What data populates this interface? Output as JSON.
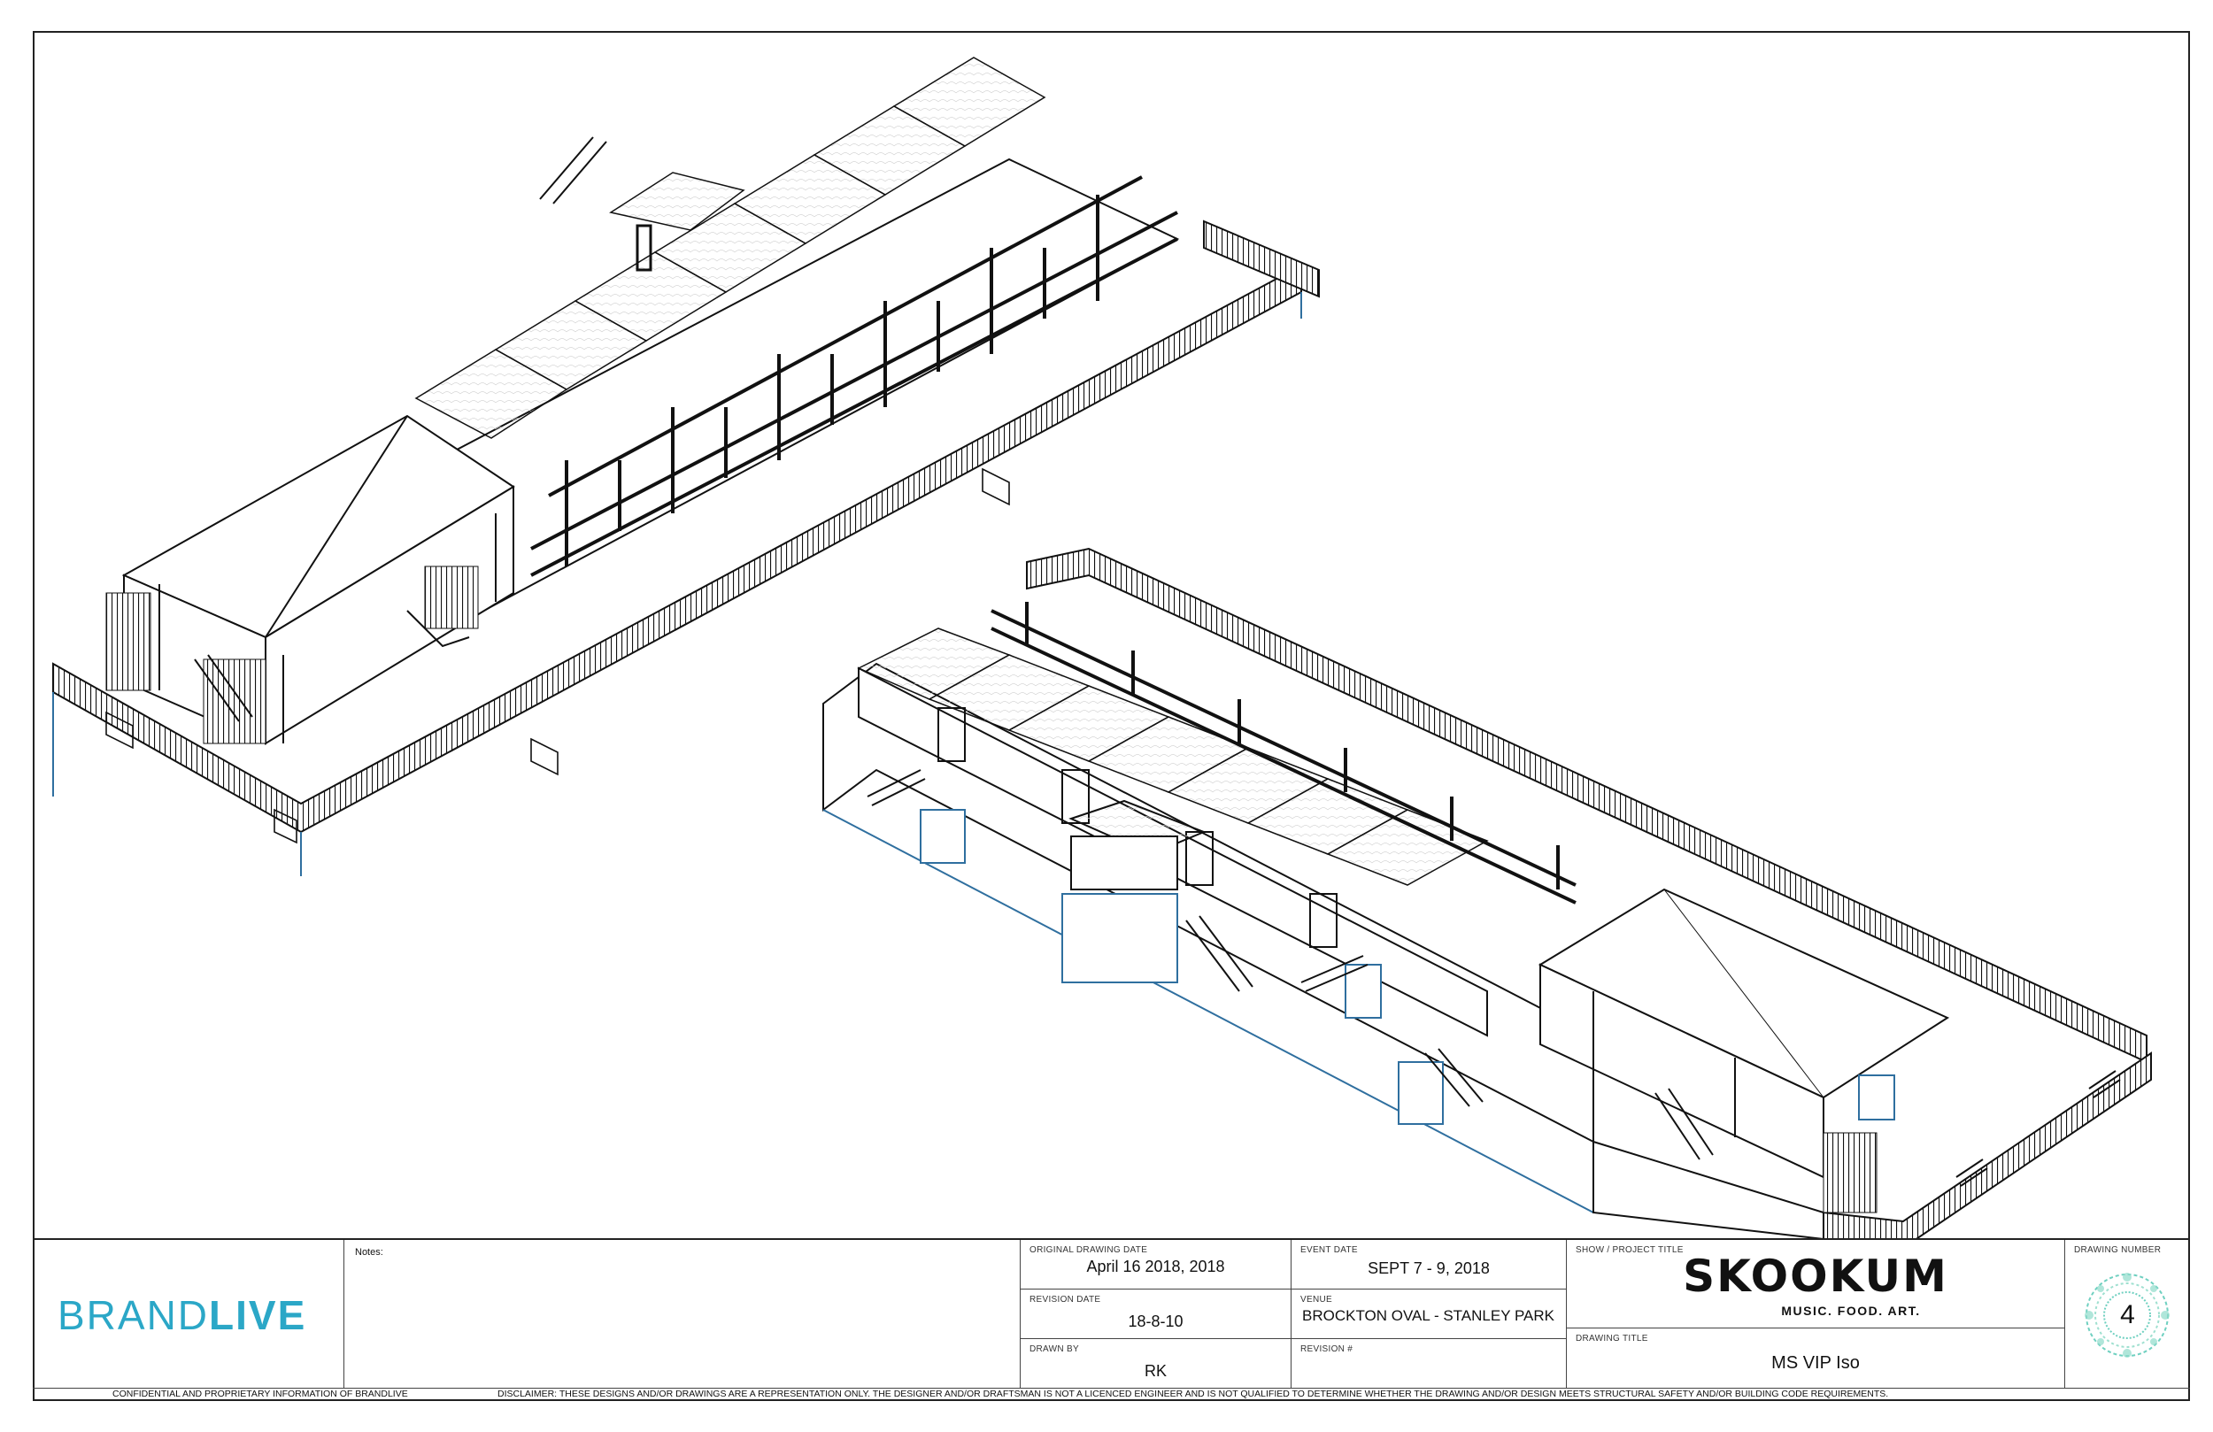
{
  "colors": {
    "brand_teal": "#2ba7c7",
    "line": "#111111",
    "steel": "#2f6f9f"
  },
  "title_block": {
    "company": {
      "logo_regular": "BRAND",
      "logo_bold": "LIVE"
    },
    "notes_label": "Notes:",
    "original_drawing_date": {
      "label": "ORIGINAL DRAWING DATE",
      "value": "April 16 2018, 2018"
    },
    "event_date": {
      "label": "EVENT DATE",
      "value": "SEPT 7 - 9, 2018"
    },
    "revision_date": {
      "label": "REVISION DATE",
      "value": "18-8-10"
    },
    "venue": {
      "label": "VENUE",
      "value": "BROCKTON OVAL - STANLEY PARK"
    },
    "drawn_by": {
      "label": "DRAWN BY",
      "value": "RK"
    },
    "revision_number": {
      "label": "REVISION #",
      "value": ""
    },
    "show_project": {
      "label": "SHOW / PROJECT TITLE",
      "logo": "SKOOKUM",
      "tagline": "MUSIC. FOOD. ART."
    },
    "drawing_title": {
      "label": "DRAWING TITLE",
      "value": "MS VIP Iso"
    },
    "drawing_number": {
      "label": "DRAWING NUMBER",
      "value": "4"
    }
  },
  "footer": {
    "confidential": "CONFIDENTIAL AND PROPRIETARY INFORMATION OF BRANDLIVE",
    "disclaimer": "DISCLAIMER: THESE DESIGNS AND/OR DRAWINGS ARE A REPRESENTATION ONLY. THE DESIGNER AND/OR DRAFTSMAN IS NOT A LICENCED ENGINEER AND IS NOT QUALIFIED TO DETERMINE WHETHER THE DRAWING AND/OR DESIGN MEETS STRUCTURAL SAFETY AND/OR BUILDING CODE REQUIREMENTS."
  }
}
